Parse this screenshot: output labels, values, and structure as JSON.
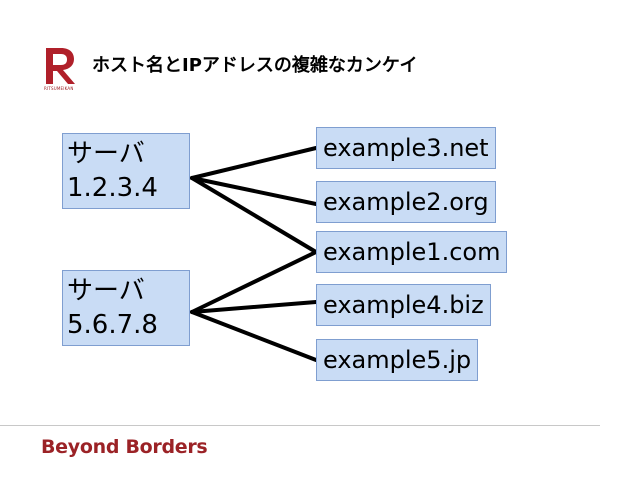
{
  "slide": {
    "title": "ホスト名とIPアドレスの複雑なカンケイ",
    "logo_letter": "R",
    "logo_caption": "RITSUMEIKAN",
    "footer": "Beyond Borders",
    "brand_color": "#9b2226"
  },
  "diagram": {
    "servers": [
      {
        "line1": "サーバ",
        "line2": "1.2.3.4"
      },
      {
        "line1": "サーバ",
        "line2": "5.6.7.8"
      }
    ],
    "domains": [
      "example3.net",
      "example2.org",
      "example1.com",
      "example4.biz",
      "example5.jp"
    ],
    "links": [
      [
        "1.2.3.4",
        "example3.net"
      ],
      [
        "1.2.3.4",
        "example2.org"
      ],
      [
        "1.2.3.4",
        "example1.com"
      ],
      [
        "5.6.7.8",
        "example1.com"
      ],
      [
        "5.6.7.8",
        "example4.biz"
      ],
      [
        "5.6.7.8",
        "example5.jp"
      ]
    ]
  }
}
